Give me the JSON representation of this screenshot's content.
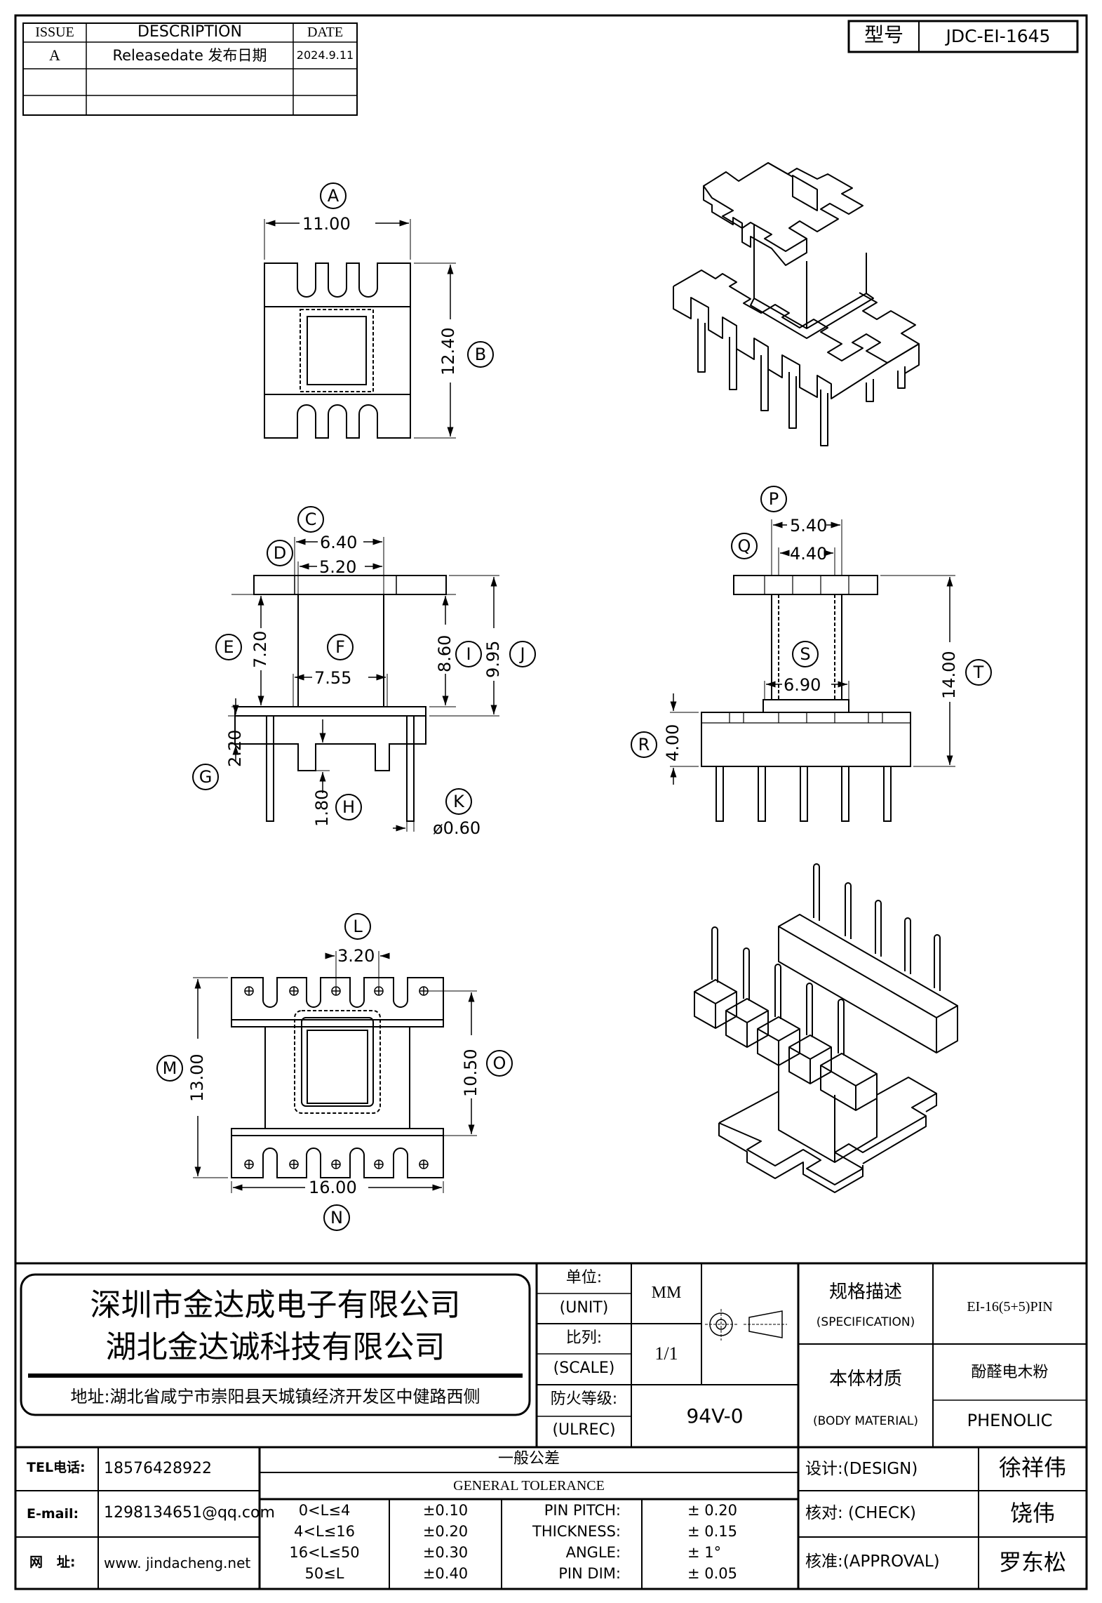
{
  "revision": {
    "headers": [
      "ISSUE",
      "DESCRIPTION",
      "DATE"
    ],
    "rows": [
      [
        "A",
        "Releasedate 发布日期",
        "2024.9.11"
      ],
      [
        "",
        "",
        ""
      ],
      [
        "",
        "",
        ""
      ]
    ]
  },
  "model": {
    "label": "型号",
    "value": "JDC-EI-1645"
  },
  "dimensions": {
    "A": "11.00",
    "B": "12.40",
    "C": "6.40",
    "D": "5.20",
    "E": "7.20",
    "F": "7.55",
    "G": "2.20",
    "H": "1.80",
    "I": "8.60",
    "J": "9.95",
    "K": "ø0.60",
    "L": "3.20",
    "M": "13.00",
    "N": "16.00",
    "O": "10.50",
    "P": "5.40",
    "Q": "4.40",
    "R": "4.00",
    "S": "6.90",
    "T": "14.00"
  },
  "company": {
    "name1": "深圳市金达成电子有限公司",
    "name2": "湖北金达诚科技有限公司",
    "address": "地址:湖北省咸宁市崇阳县天城镇经济开发区中健路西侧"
  },
  "specs": {
    "unit_cn": "单位:",
    "unit_en": "(UNIT)",
    "unit_value": "MM",
    "scale_cn": "比列:",
    "scale_en": "(SCALE)",
    "scale_value": "1/1",
    "fire_cn": "防火等级:",
    "fire_en": "(ULREC)",
    "fire_value": "94V-0",
    "spec_cn": "规格描述",
    "spec_en": "(SPECIFICATION)",
    "spec_value": "EI-16(5+5)PIN",
    "material_cn": "本体材质",
    "material_en": "(BODY MATERIAL)",
    "material_value_cn": "酚醛电木粉",
    "material_value_en": "PHENOLIC"
  },
  "contact": {
    "tel_label": "TEL电话:",
    "tel": "18576428922",
    "email_label": "E-mail:",
    "email": "1298134651@qq.com",
    "web_label": "网   址:",
    "web": "www. jindacheng.net"
  },
  "tolerance": {
    "title_cn": "一般公差",
    "title_en": "GENERAL TOLERANCE",
    "ranges": [
      {
        "range": "0<L≤4",
        "tol": "±0.10"
      },
      {
        "range": "4<L≤16",
        "tol": "±0.20"
      },
      {
        "range": "16<L≤50",
        "tol": "±0.30"
      },
      {
        "range": "50≤L",
        "tol": "±0.40"
      }
    ],
    "others": [
      {
        "label": "PIN PITCH:",
        "value": "± 0.20"
      },
      {
        "label": "THICKNESS:",
        "value": "± 0.15"
      },
      {
        "label": "ANGLE:",
        "value": "± 1°"
      },
      {
        "label": "PIN DIM:",
        "value": "± 0.05"
      }
    ]
  },
  "approvals": {
    "design_label": "设计:(DESIGN)",
    "design": "徐祥伟",
    "check_label": "核对: (CHECK)",
    "check": "饶伟",
    "approval_label": "核准:(APPROVAL)",
    "approval": "罗东松"
  }
}
